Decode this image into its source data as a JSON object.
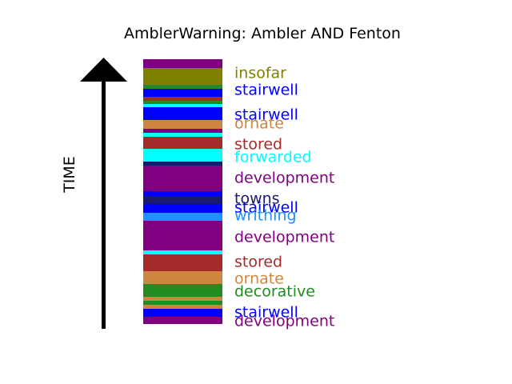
{
  "title": "AmblerWarning: Ambler AND Fenton",
  "time_axis_label": "TIME",
  "colors": {
    "purple": "#800080",
    "olive": "#808000",
    "green": "#228B22",
    "blue": "#0000FF",
    "brown": "#A52A2A",
    "cyan": "#00FFFF",
    "peru": "#CD853F",
    "navy": "#191970",
    "dodgerblue": "#1E90FF"
  },
  "bands": [
    {
      "color": "#800080",
      "height": 11
    },
    {
      "color": "#808000",
      "height": 21
    },
    {
      "color": "#228B22",
      "height": 5
    },
    {
      "color": "#0000FF",
      "height": 10
    },
    {
      "color": "#A52A2A",
      "height": 5
    },
    {
      "color": "#228B22",
      "height": 4
    },
    {
      "color": "#00FFFF",
      "height": 4
    },
    {
      "color": "#0000FF",
      "height": 16
    },
    {
      "color": "#CD853F",
      "height": 11
    },
    {
      "color": "#800080",
      "height": 5
    },
    {
      "color": "#00FFFF",
      "height": 5
    },
    {
      "color": "#A52A2A",
      "height": 15
    },
    {
      "color": "#00FFFF",
      "height": 16
    },
    {
      "color": "#191970",
      "height": 5
    },
    {
      "color": "#800080",
      "height": 32
    },
    {
      "color": "#0000FF",
      "height": 6
    },
    {
      "color": "#191970",
      "height": 10
    },
    {
      "color": "#0000FF",
      "height": 11
    },
    {
      "color": "#1E90FF",
      "height": 10
    },
    {
      "color": "#800080",
      "height": 37
    },
    {
      "color": "#00FFFF",
      "height": 5
    },
    {
      "color": "#A52A2A",
      "height": 21
    },
    {
      "color": "#CD853F",
      "height": 16
    },
    {
      "color": "#228B22",
      "height": 16
    },
    {
      "color": "#CD853F",
      "height": 5
    },
    {
      "color": "#228B22",
      "height": 5
    },
    {
      "color": "#CD853F",
      "height": 5
    },
    {
      "color": "#0000FF",
      "height": 10
    },
    {
      "color": "#800080",
      "height": 9
    }
  ],
  "labels": [
    {
      "text": "insofar",
      "color": "#808000",
      "center": 92
    },
    {
      "text": "stairwell",
      "color": "#0000FF",
      "center": 113
    },
    {
      "text": "stairwell",
      "color": "#0000FF",
      "center": 144
    },
    {
      "text": "ornate",
      "color": "#CD853F",
      "center": 155
    },
    {
      "text": "stored",
      "color": "#A52A2A",
      "center": 181
    },
    {
      "text": "forwarded",
      "color": "#00FFFF",
      "center": 197
    },
    {
      "text": "development",
      "color": "#800080",
      "center": 223
    },
    {
      "text": "towns",
      "color": "#191970",
      "center": 249
    },
    {
      "text": "stairwell",
      "color": "#0000FF",
      "center": 260
    },
    {
      "text": "writhing",
      "color": "#1E90FF",
      "center": 270
    },
    {
      "text": "development",
      "color": "#800080",
      "center": 297
    },
    {
      "text": "stored",
      "color": "#A52A2A",
      "center": 328
    },
    {
      "text": "ornate",
      "color": "#CD853F",
      "center": 349
    },
    {
      "text": "decorative",
      "color": "#228B22",
      "center": 365
    },
    {
      "text": "stairwell",
      "color": "#0000FF",
      "center": 391
    },
    {
      "text": "development",
      "color": "#800080",
      "center": 402
    }
  ]
}
